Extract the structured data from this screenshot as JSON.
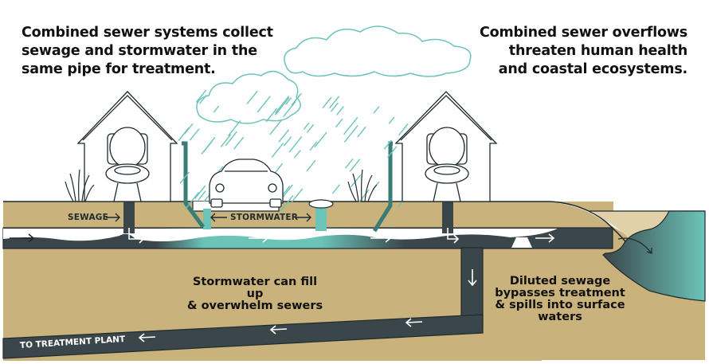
{
  "headings": {
    "left": [
      "Combined sewer systems collect",
      "sewage and stormwater in the",
      "same pipe for treatment."
    ],
    "right": [
      "Combined sewer overflows",
      "threaten human health",
      "and coastal ecosystems."
    ]
  },
  "labels": {
    "sewage": "SEWAGE",
    "stormwater": "STORMWATER",
    "to_plant": "TO TREATMENT PLANT",
    "overwhelm": [
      "Stormwater can fill up",
      "& overwhelm sewers"
    ],
    "bypass": [
      "Diluted sewage",
      "bypasses treatment",
      "& spills into surface",
      "waters"
    ]
  },
  "icons": [
    "cloud-icon",
    "rain-icon",
    "house-icon",
    "toilet-icon",
    "car-icon",
    "grass-icon",
    "downspout-icon",
    "storm-drain-icon",
    "flow-arrow-icon",
    "outfall-icon"
  ],
  "colors": {
    "ground": "#c9b27c",
    "sand": "#e0d1a8",
    "pipe": "#3a464a",
    "stormwater": "#6cc4b8",
    "cloud_stroke": "#6cc4b8",
    "outline": "#1f2a2e"
  }
}
